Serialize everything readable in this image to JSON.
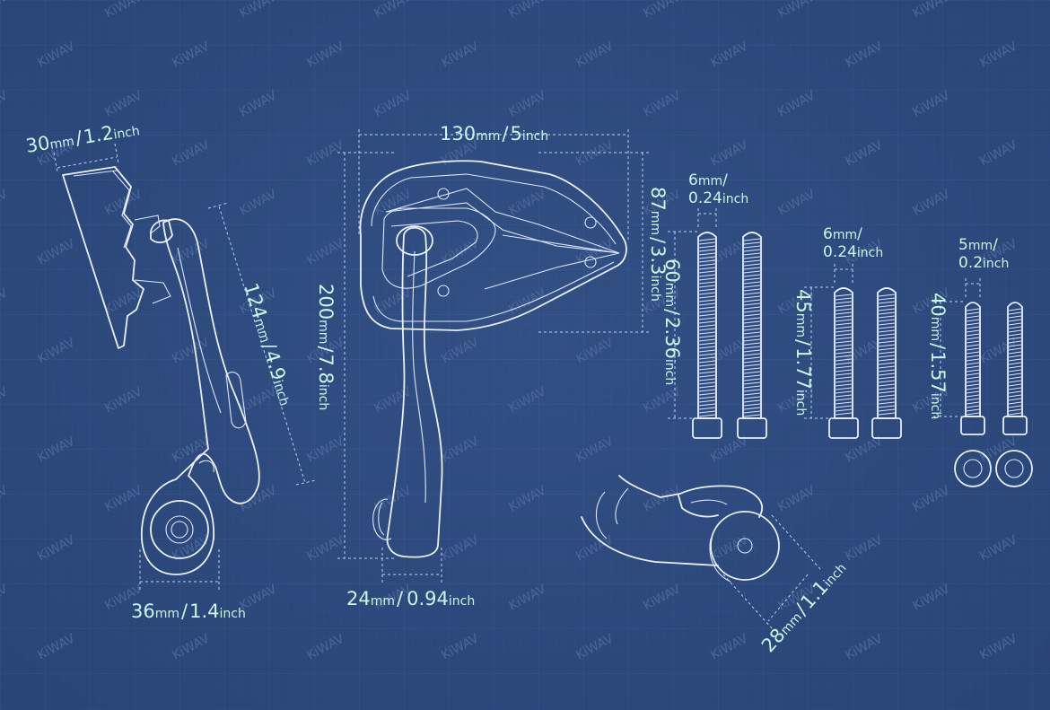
{
  "watermark": "KiWAV",
  "colors": {
    "background": "#2e4a7e",
    "lines": "#e9f0ff",
    "dimension_text": "#c9f6ee"
  },
  "dimensions": {
    "clamp_width": {
      "value": "30",
      "unit": "mm",
      "sep": "/",
      "value2": "1.2",
      "unit2": "inch"
    },
    "arm_length": {
      "value": "124",
      "unit": "mm",
      "sep": "/",
      "value2": "4.9",
      "unit2": "inch"
    },
    "base_width": {
      "value": "36",
      "unit": "mm",
      "sep": "/",
      "value2": "1.4",
      "unit2": "inch"
    },
    "mirror_width": {
      "value": "130",
      "unit": "mm",
      "sep": "/",
      "value2": "5",
      "unit2": "inch"
    },
    "mirror_height": {
      "value": "87",
      "unit": "mm",
      "sep": "/",
      "value2": "3.3",
      "unit2": "inch"
    },
    "total_height": {
      "value": "200",
      "unit": "mm",
      "sep": "/",
      "value2": "7.8",
      "unit2": "inch"
    },
    "stem_width": {
      "value": "24",
      "unit": "mm",
      "sep": "/",
      "value2": "0.94",
      "unit2": "inch"
    },
    "mount_diameter": {
      "value": "28",
      "unit": "mm",
      "sep": "/",
      "value2": "1.1",
      "unit2": "inch"
    }
  },
  "bolts": [
    {
      "diameter": {
        "value": "6",
        "unit": "mm",
        "sep": "/",
        "value2": "0.24",
        "unit2": "inch"
      },
      "length": {
        "value": "60",
        "unit": "mm",
        "sep": "/",
        "value2": "2.36",
        "unit2": "inch"
      }
    },
    {
      "diameter": {
        "value": "6",
        "unit": "mm",
        "sep": "/",
        "value2": "0.24",
        "unit2": "inch"
      },
      "length": {
        "value": "45",
        "unit": "mm",
        "sep": "/",
        "value2": "1.77",
        "unit2": "inch"
      }
    },
    {
      "diameter": {
        "value": "5",
        "unit": "mm",
        "sep": "/",
        "value2": "0.2",
        "unit2": "inch"
      },
      "length": {
        "value": "40",
        "unit": "mm",
        "sep": "/",
        "value2": "1.57",
        "unit2": "inch"
      }
    }
  ]
}
